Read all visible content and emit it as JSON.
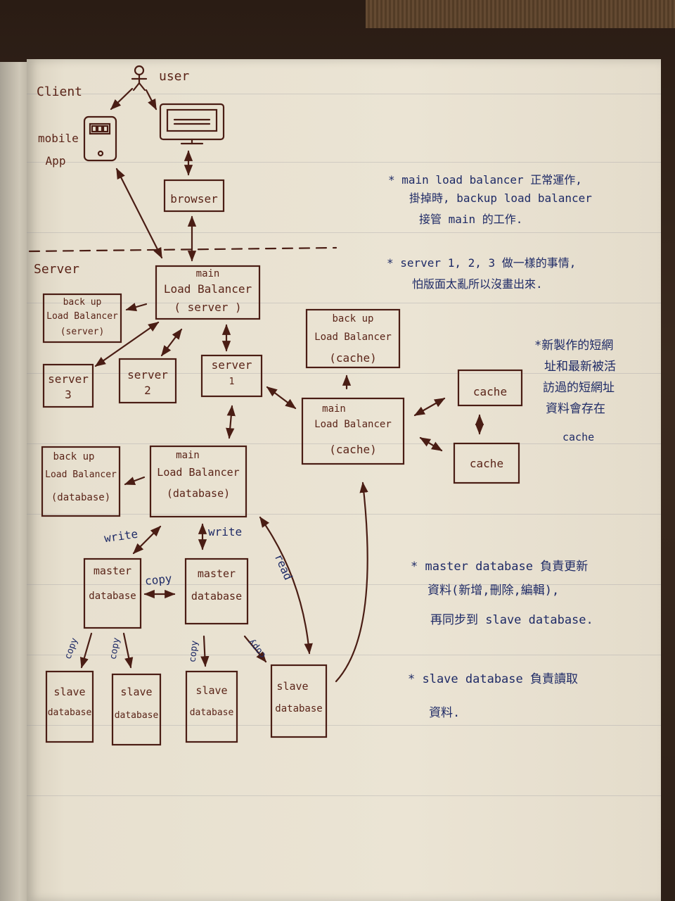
{
  "sections": {
    "client": "Client",
    "server": "Server"
  },
  "actors": {
    "user": "user",
    "mobile_app_line1": "mobile",
    "mobile_app_line2": "App"
  },
  "nodes": {
    "browser": "browser",
    "main_lb_server": [
      "main",
      "Load Balancer",
      "( server )"
    ],
    "backup_lb_server": [
      "back up",
      "Load Balancer",
      "(server)"
    ],
    "server3": [
      "server",
      "3"
    ],
    "server2": [
      "server",
      "2"
    ],
    "server1": [
      "server",
      "1"
    ],
    "backup_lb_cache": [
      "back up",
      "Load Balancer",
      "(cache)"
    ],
    "main_lb_cache": [
      "main",
      "Load  Balancer",
      "(cache)"
    ],
    "cache_top": "cache",
    "cache_bottom": "cache",
    "backup_lb_db": [
      "back up",
      "Load Balancer",
      "(database)"
    ],
    "main_lb_db": [
      "main",
      "Load Balancer",
      "(database)"
    ],
    "master_db_left": [
      "master",
      "database"
    ],
    "master_db_right": [
      "master",
      "database"
    ],
    "slave_db_1": [
      "slave",
      "database"
    ],
    "slave_db_2": [
      "slave",
      "database"
    ],
    "slave_db_3": [
      "slave",
      "database"
    ],
    "slave_db_4": [
      "slave",
      "database"
    ]
  },
  "edge_labels": {
    "write_left": "write",
    "write_right": "write",
    "copy_masters": "copy",
    "read": "read",
    "copy1": "copy",
    "copy2": "copy",
    "copy3": "copy",
    "copy4": "copy"
  },
  "notes": {
    "lb_backup": [
      "* main load balancer 正常運作,",
      "掛掉時, backup load balancer",
      "接管 main 的工作."
    ],
    "servers": [
      "* server 1, 2, 3  做一樣的事情,",
      "怕版面太亂所以沒畫出來."
    ],
    "cache": [
      "*新製作的短網",
      "址和最新被活",
      "訪過的短網址",
      "資料會存在",
      "cache"
    ],
    "master_db": [
      "* master database 負責更新",
      "資料(新增,刪除,編輯),",
      "再同步到 slave database."
    ],
    "slave_db": [
      "* slave database 負責讀取",
      "資料."
    ]
  },
  "colors": {
    "ink_brown": "#5a2418",
    "ink_blue": "#1e2a66",
    "paper": "#ebe4d4"
  }
}
